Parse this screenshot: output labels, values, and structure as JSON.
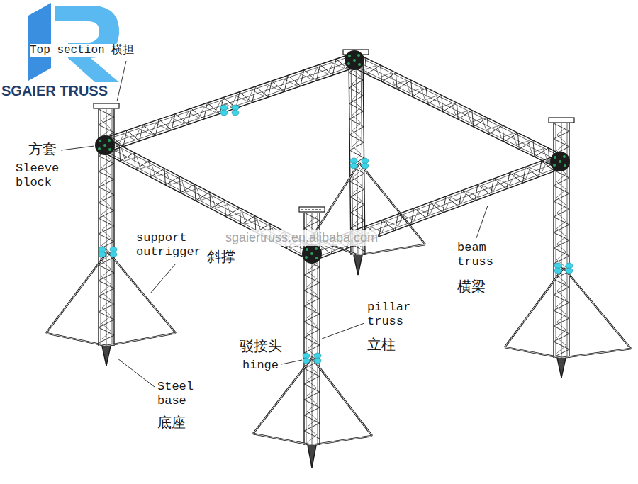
{
  "diagram": {
    "labels": [
      "SGAIER TRUSS",
      "Top section 横担",
      "方套",
      "Sleeve block",
      "support outrigger",
      "斜撑",
      "sgaiertruss.en.alibaba.com",
      "beam truss",
      "横梁",
      "pillar truss",
      "立柱",
      "驳接头",
      "hinge",
      "Steel base",
      "底座"
    ]
  }
}
